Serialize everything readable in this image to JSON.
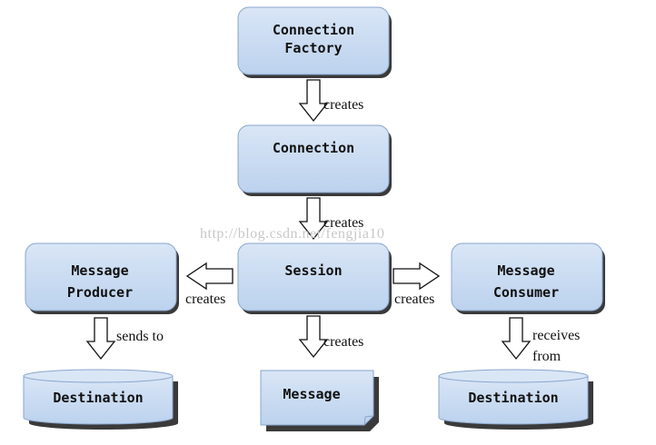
{
  "watermark": "http://blog.csdn.net/fengjia10",
  "nodes": {
    "connection_factory": {
      "line1": "Connection",
      "line2": "Factory"
    },
    "connection": {
      "label": "Connection"
    },
    "session": {
      "label": "Session"
    },
    "message_producer": {
      "line1": "Message",
      "line2": "Producer"
    },
    "message_consumer": {
      "line1": "Message",
      "line2": "Consumer"
    },
    "message": {
      "label": "Message"
    },
    "destination_left": {
      "label": "Destination"
    },
    "destination_right": {
      "label": "Destination"
    }
  },
  "edges": {
    "factory_to_connection": "creates",
    "connection_to_session": "creates",
    "session_to_producer": "creates",
    "session_to_consumer": "creates",
    "session_to_message": "creates",
    "producer_to_destination": "sends to",
    "consumer_from_destination": {
      "line1": "receives",
      "line2": "from"
    }
  },
  "colors": {
    "box_fill": "#c6d9f1",
    "box_stroke": "#7f9fc8",
    "shadow": "#3a3a3a"
  }
}
